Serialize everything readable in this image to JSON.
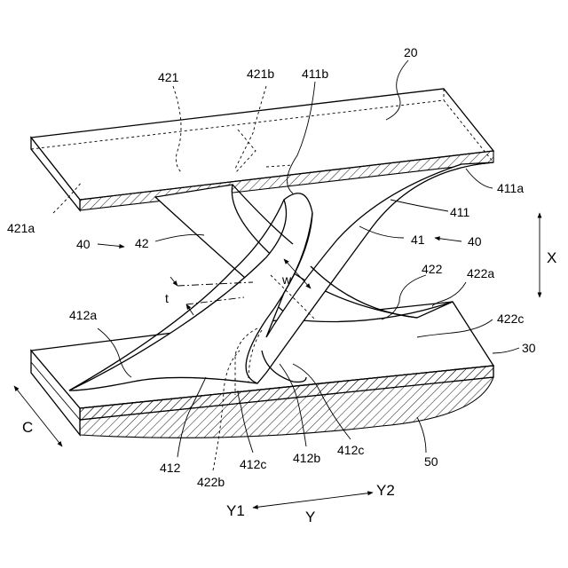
{
  "labels": {
    "l20": "20",
    "l421": "421",
    "l421b": "421b",
    "l411b": "411b",
    "l411a": "411a",
    "l411": "411",
    "l421a": "421a",
    "l40_left": "40",
    "l42": "42",
    "l41": "41",
    "l40_right": "40",
    "lX": "X",
    "lw": "w",
    "lt": "t",
    "l422": "422",
    "l422a": "422a",
    "l412a": "412a",
    "l422c": "422c",
    "l30": "30",
    "lC": "C",
    "l412": "412",
    "l412c_left": "412c",
    "l412b": "412b",
    "l412c_right": "412c",
    "l50": "50",
    "l422b": "422b",
    "lY1": "Y1",
    "lY2": "Y2",
    "lY": "Y"
  }
}
